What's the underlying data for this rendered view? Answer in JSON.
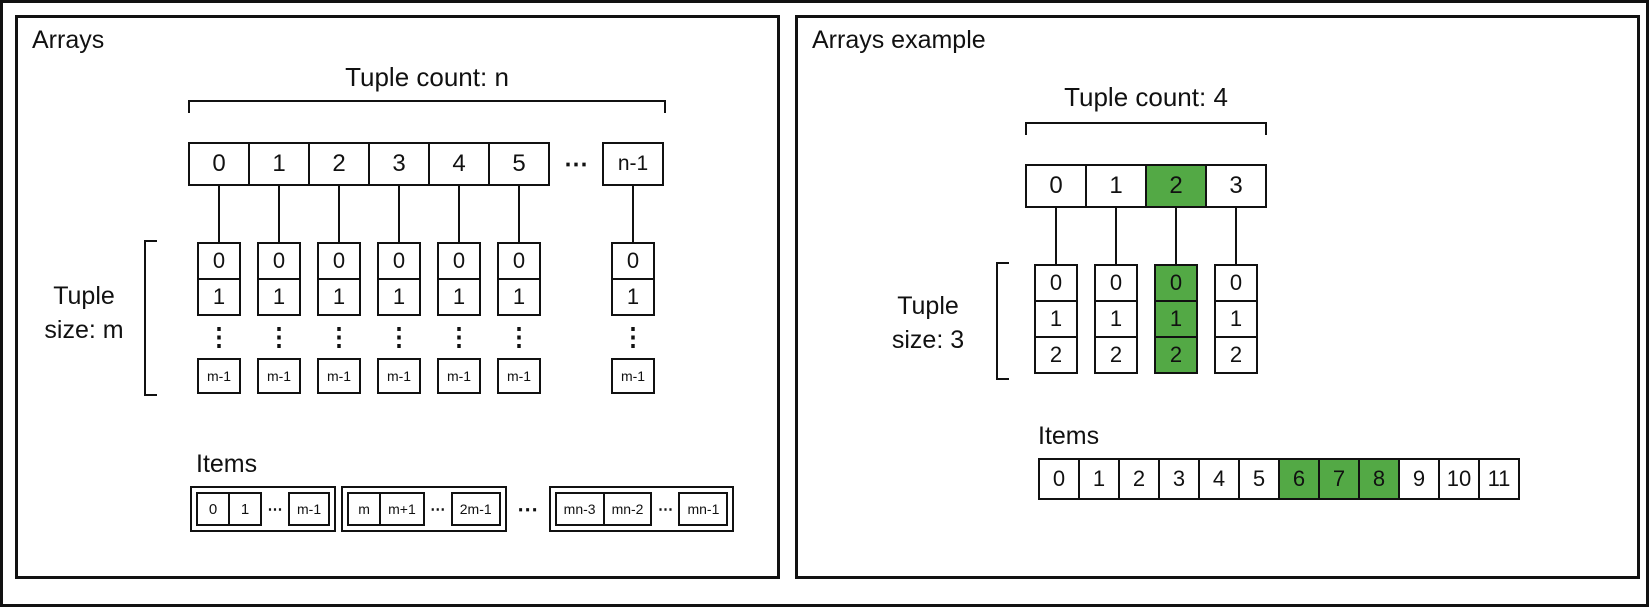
{
  "colors": {
    "highlight_green": "#53a945",
    "border": "#111111"
  },
  "left": {
    "title": "Arrays",
    "tuple_count_label": "Tuple count: n",
    "tuple_size_lines": [
      "Tuple",
      "size: m"
    ],
    "top_row": [
      "0",
      "1",
      "2",
      "3",
      "4",
      "5"
    ],
    "top_row_gap_ellipsis": "⋯",
    "top_row_last": "n-1",
    "column_cells": [
      "0",
      "1"
    ],
    "column_dots": "⋮",
    "column_last": "m-1",
    "items_label": "Items",
    "items_groups": [
      [
        "0",
        "1",
        "⋯",
        "m-1"
      ],
      [
        "m",
        "m+1",
        "⋯",
        "2m-1"
      ],
      [
        "mn-3",
        "mn-2",
        "⋯",
        "mn-1"
      ]
    ],
    "items_groups_separator": "⋯"
  },
  "right": {
    "title": "Arrays example",
    "tuple_count_label": "Tuple count: 4",
    "tuple_size_lines": [
      "Tuple",
      "size: 3"
    ],
    "top_row": [
      "0",
      "1",
      "2",
      "3"
    ],
    "column_cells": [
      "0",
      "1",
      "2"
    ],
    "items_label": "Items",
    "items_row": [
      "0",
      "1",
      "2",
      "3",
      "4",
      "5",
      "6",
      "7",
      "8",
      "9",
      "10",
      "11"
    ]
  },
  "highlights": {
    "right_top_row": [
      2
    ],
    "right_columns": [
      2
    ],
    "right_items": [
      6,
      7,
      8
    ]
  }
}
